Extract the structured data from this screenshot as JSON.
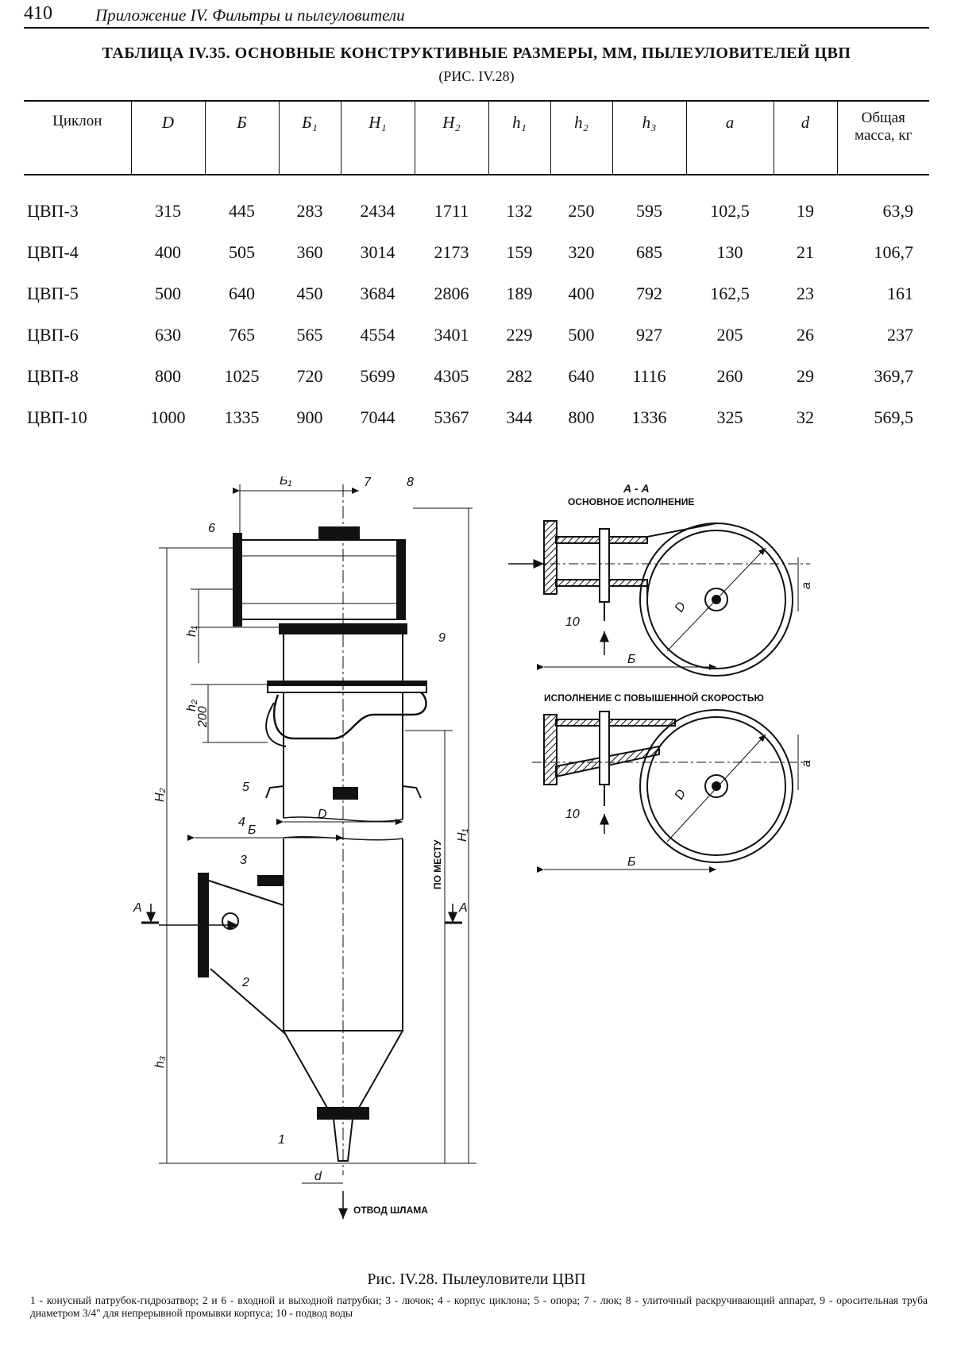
{
  "header": {
    "page_number": "410",
    "running_title": "Приложение IV. Фильтры и пылеуловители"
  },
  "table": {
    "title": "ТАБЛИЦА IV.35. ОСНОВНЫЕ КОНСТРУКТИВНЫЕ РАЗМЕРЫ, ММ, ПЫЛЕУЛОВИТЕЛЕЙ ЦВП",
    "subtitle": "(РИС. IV.28)",
    "headers": [
      "Циклон",
      "D",
      "Б",
      "Б₁",
      "H₁",
      "H₂",
      "h₁",
      "h₂",
      "h₃",
      "a",
      "d"
    ],
    "mass_header_line1": "Общая",
    "mass_header_line2": "масса, кг",
    "rows": [
      [
        "ЦВП-3",
        "315",
        "445",
        "283",
        "2434",
        "1711",
        "132",
        "250",
        "595",
        "102,5",
        "19",
        "63,9"
      ],
      [
        "ЦВП-4",
        "400",
        "505",
        "360",
        "3014",
        "2173",
        "159",
        "320",
        "685",
        "130",
        "21",
        "106,7"
      ],
      [
        "ЦВП-5",
        "500",
        "640",
        "450",
        "3684",
        "2806",
        "189",
        "400",
        "792",
        "162,5",
        "23",
        "161"
      ],
      [
        "ЦВП-6",
        "630",
        "765",
        "565",
        "4554",
        "3401",
        "229",
        "500",
        "927",
        "205",
        "26",
        "237"
      ],
      [
        "ЦВП-8",
        "800",
        "1025",
        "720",
        "5699",
        "4305",
        "282",
        "640",
        "1116",
        "260",
        "29",
        "369,7"
      ],
      [
        "ЦВП-10",
        "1000",
        "1335",
        "900",
        "7044",
        "5367",
        "344",
        "800",
        "1336",
        "325",
        "32",
        "569,5"
      ]
    ]
  },
  "figure": {
    "section_label": "А - А",
    "variant_basic": "ОСНОВНОЕ ИСПОЛНЕНИЕ",
    "variant_fast": "ИСПОЛНЕНИЕ С ПОВЫШЕННОЙ СКОРОСТЬЮ",
    "by_place": "ПО МЕСТУ",
    "sludge_outlet": "ОТВОД ШЛАМА",
    "dim_B1": "Б₁",
    "dim_h1": "h₁",
    "dim_h2": "h₂",
    "dim_200": "200",
    "dim_H2": "H₂",
    "dim_H1": "H₁",
    "dim_D": "D",
    "dim_B": "Б",
    "dim_h3": "h₃",
    "dim_d": "d",
    "dim_a": "a",
    "cut_mark": "А",
    "callout_1": "1",
    "callout_2": "2",
    "callout_3": "3",
    "callout_4": "4",
    "callout_5": "5",
    "callout_6": "6",
    "callout_7": "7",
    "callout_8": "8",
    "callout_9": "9",
    "callout_10": "10"
  },
  "caption": {
    "title": "Рис. IV.28. Пылеуловители ЦВП",
    "legend": "1 - конусный патрубок-гидрозатвор; 2 и 6 - входной и выходной патрубки; 3 - лючок; 4 - корпус циклона; 5 - опора; 7 - люк; 8 - улиточный раскручивающий аппарат, 9 - оросительная труба диаметром 3/4\" для непрерывной промывки корпуса; 10 - подвод воды"
  }
}
